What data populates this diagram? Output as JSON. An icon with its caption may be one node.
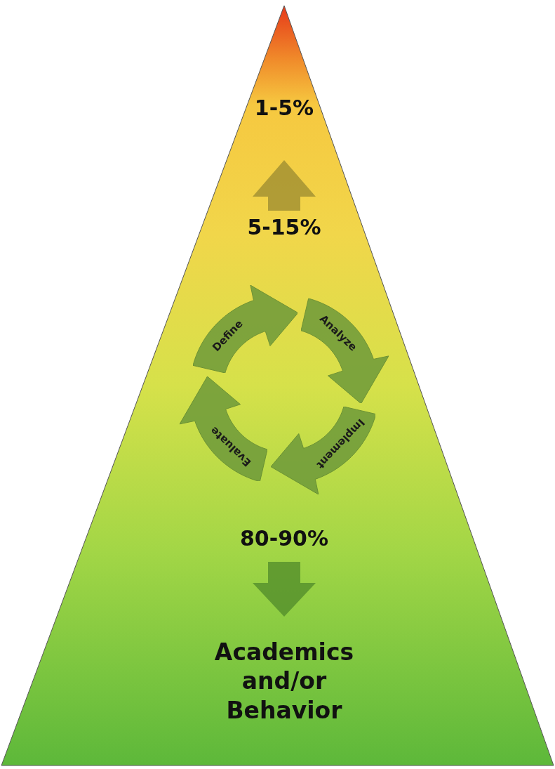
{
  "diagram": {
    "nodes": [
      {
        "text": [
          "Define"
        ]
      },
      {
        "text": [
          "Analyze"
        ]
      },
      {
        "text": [
          "Implement"
        ]
      },
      {
        "text": [
          "Evaluate"
        ]
      }
    ],
    "labels": [
      "1-5%",
      "5-15%",
      "80-90%",
      "Academics and/or Behavior"
    ]
  }
}
